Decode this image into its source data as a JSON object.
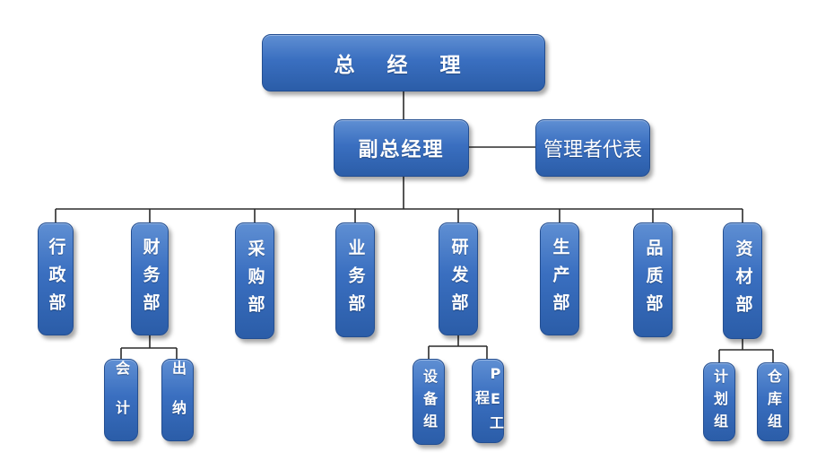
{
  "org": {
    "general_manager": "总 经 理",
    "deputy_manager": "副总经理",
    "management_rep": "管理者代表",
    "departments": {
      "admin": "行政部",
      "finance": "财务部",
      "purchasing": "采购部",
      "business": "业务部",
      "rd": "研发部",
      "production": "生产部",
      "quality": "品质部",
      "materials": "资材部"
    },
    "finance_sub": {
      "accounting": "会计",
      "cashier": "出纳"
    },
    "rd_sub": {
      "equipment": "设备组",
      "pe": "PE工程"
    },
    "materials_sub": {
      "planning": "计划组",
      "warehouse": "仓库组"
    }
  }
}
